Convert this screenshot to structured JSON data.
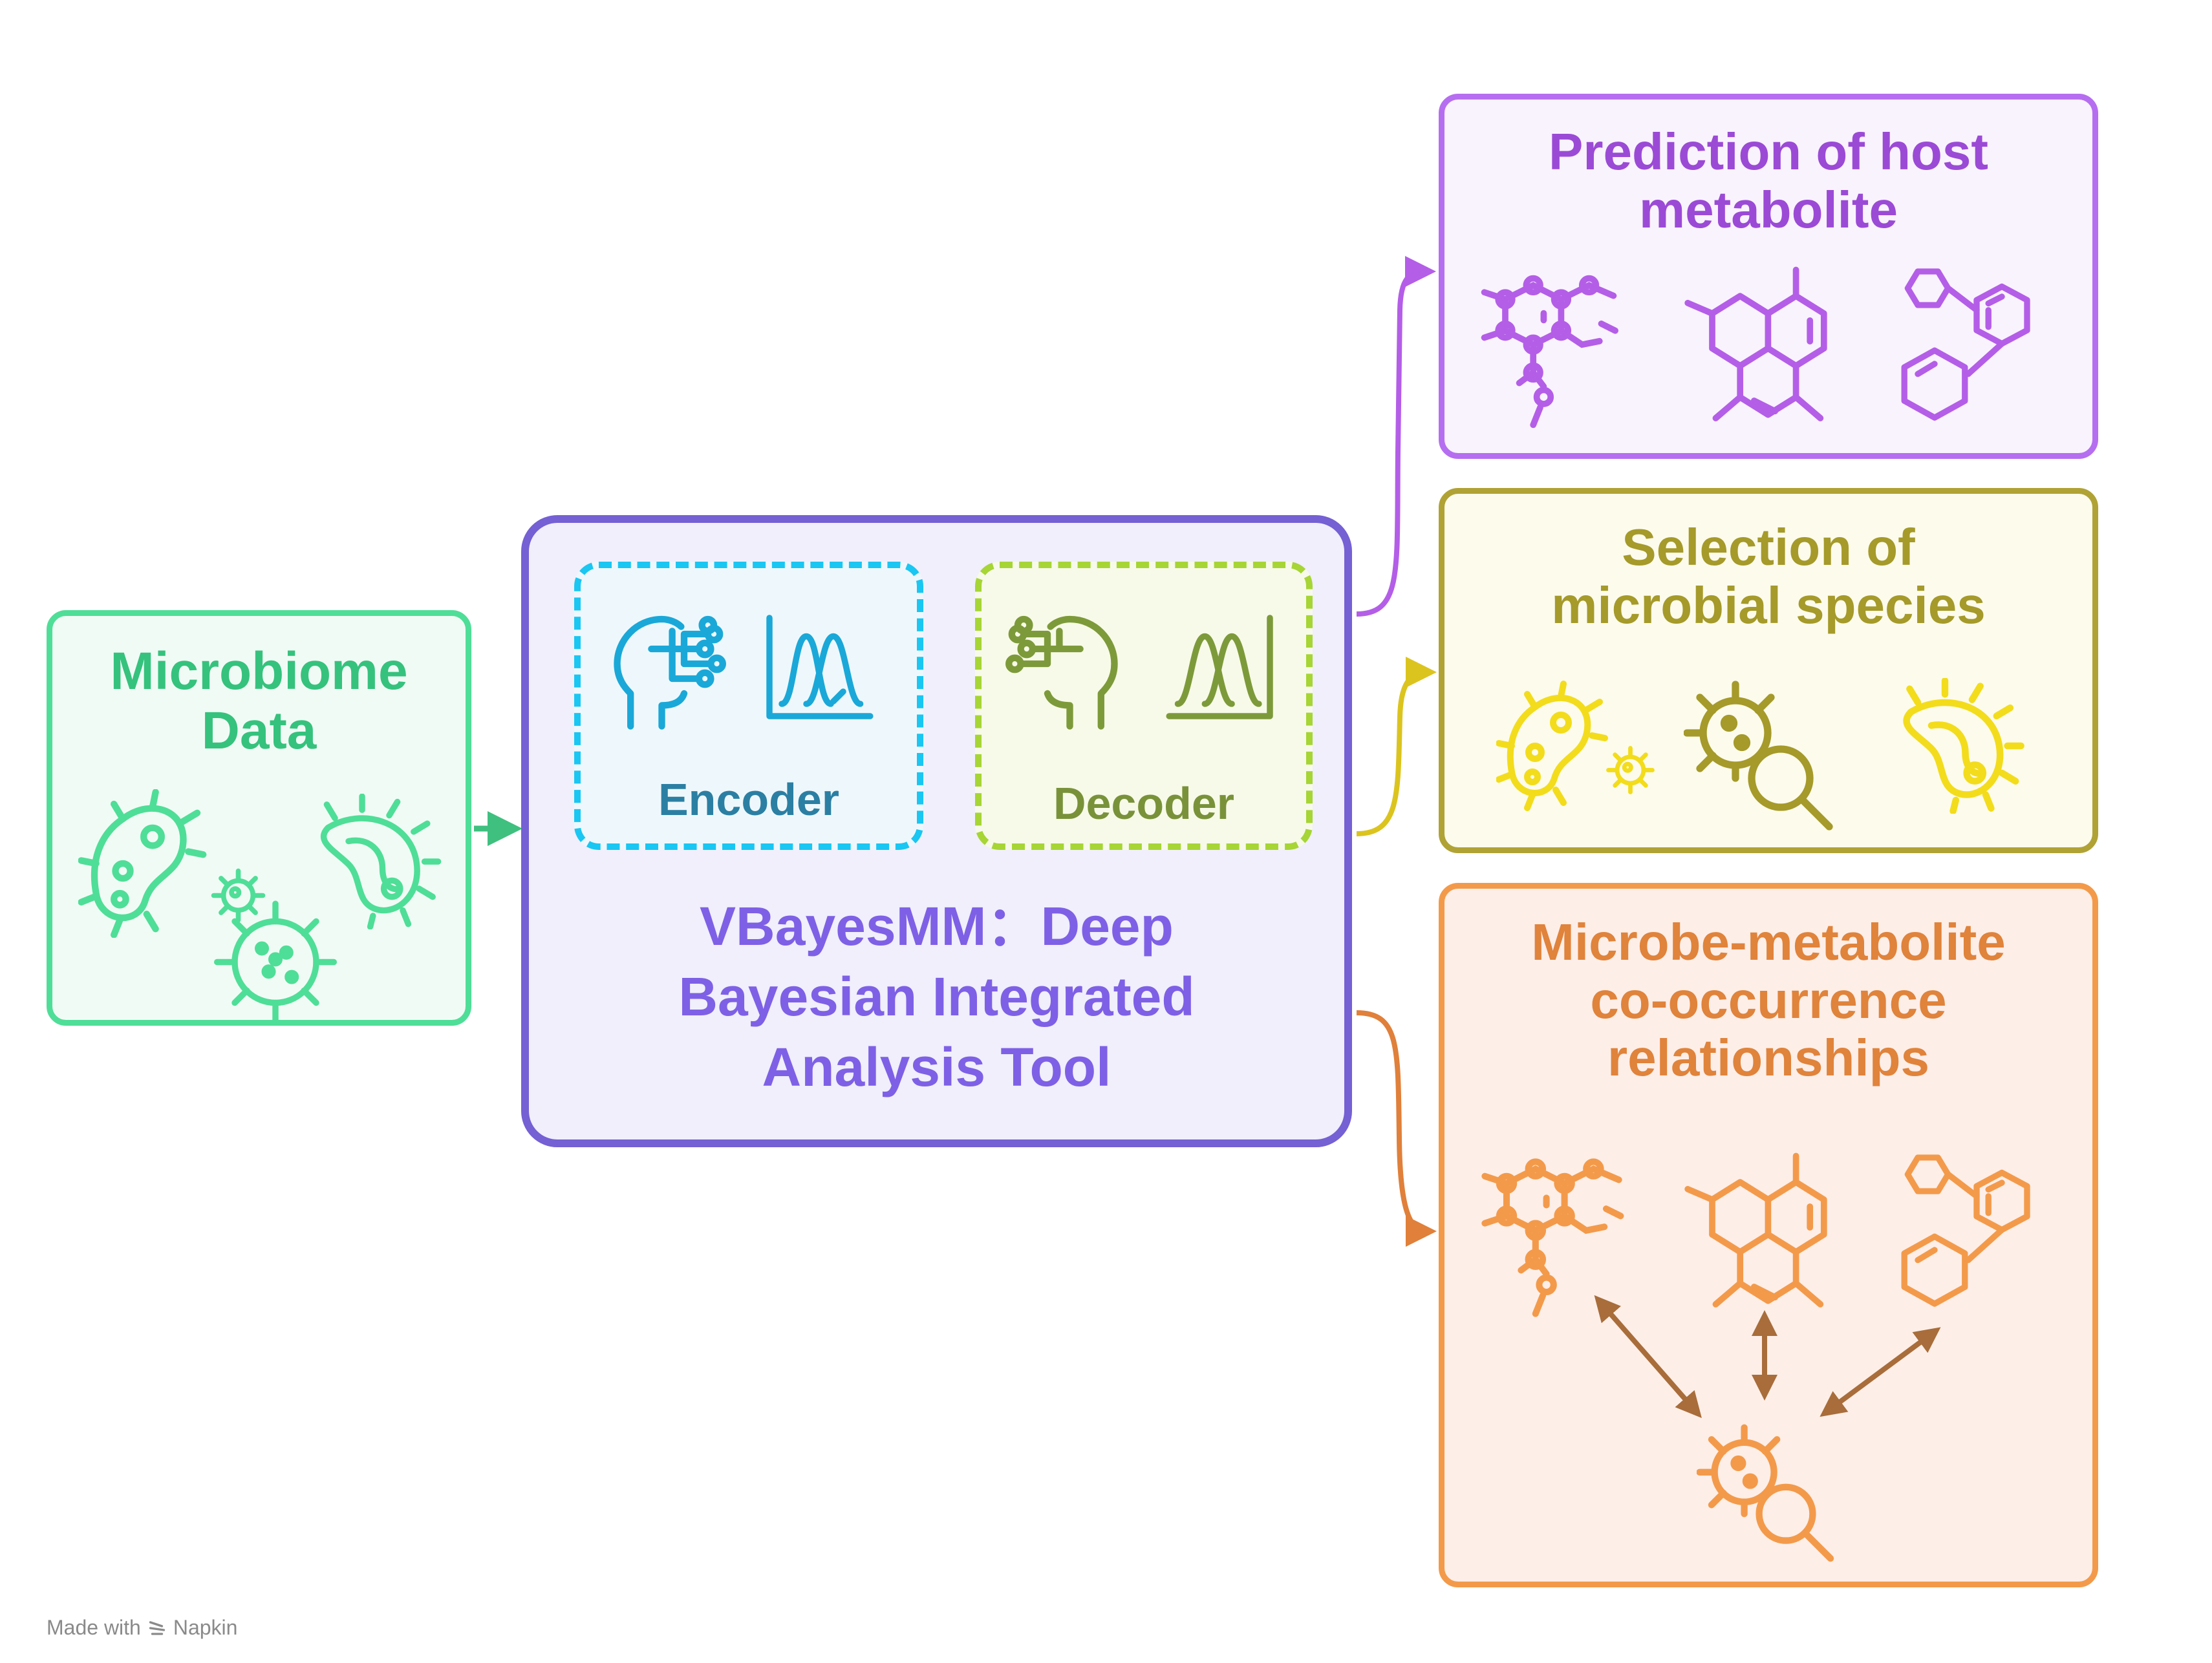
{
  "input": {
    "title": "Microbiome Data"
  },
  "model": {
    "title_lines": [
      "VBayesMM：Deep",
      "Bayesian Integrated",
      "Analysis Tool"
    ],
    "encoder_label": "Encoder",
    "decoder_label": "Decoder"
  },
  "outputs": [
    {
      "title_lines": [
        "Prediction of host",
        "metabolite"
      ]
    },
    {
      "title_lines": [
        "Selection of",
        "microbial species"
      ]
    },
    {
      "title_lines": [
        "Microbe-metabolite",
        "co-occurrence",
        "relationships"
      ]
    }
  ],
  "watermark": {
    "prefix": "Made with",
    "brand": "Napkin"
  },
  "icons": {
    "input": [
      "bacteria-icon",
      "virus-icon",
      "microbe-icon"
    ],
    "encoder": [
      "ai-head-icon",
      "distribution-chart-icon"
    ],
    "decoder": [
      "ai-head-icon",
      "distribution-chart-icon"
    ],
    "prediction": [
      "molecule-icon",
      "steroid-molecule-icon",
      "aromatic-molecule-icon"
    ],
    "selection": [
      "bacteria-icon",
      "microbe-search-icon",
      "microbe-icon"
    ],
    "cooccurrence": [
      "molecule-icon",
      "steroid-molecule-icon",
      "aromatic-molecule-icon",
      "microbe-search-icon"
    ]
  },
  "colors": {
    "input": "#4fde97",
    "model": "#7560d4",
    "encoder": "#1ac6f2",
    "decoder": "#a6d535",
    "prediction": "#b66ef0",
    "selection": "#b0a235",
    "selection_icons": "#f3dc1b",
    "cooccurrence": "#f39a4a",
    "relation_arrows": "#a86d3a"
  }
}
